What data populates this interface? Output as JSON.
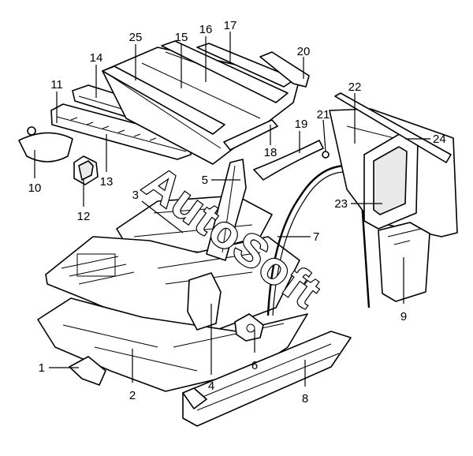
{
  "watermark": "AutoSoft",
  "callouts": [
    {
      "id": "1",
      "label": "1"
    },
    {
      "id": "2",
      "label": "2"
    },
    {
      "id": "3",
      "label": "3"
    },
    {
      "id": "4",
      "label": "4"
    },
    {
      "id": "5",
      "label": "5"
    },
    {
      "id": "6",
      "label": "6"
    },
    {
      "id": "7",
      "label": "7"
    },
    {
      "id": "8",
      "label": "8"
    },
    {
      "id": "9",
      "label": "9"
    },
    {
      "id": "10",
      "label": "10"
    },
    {
      "id": "11",
      "label": "11"
    },
    {
      "id": "12",
      "label": "12"
    },
    {
      "id": "13",
      "label": "13"
    },
    {
      "id": "14",
      "label": "14"
    },
    {
      "id": "15",
      "label": "15"
    },
    {
      "id": "16",
      "label": "16"
    },
    {
      "id": "17",
      "label": "17"
    },
    {
      "id": "18",
      "label": "18"
    },
    {
      "id": "19",
      "label": "19"
    },
    {
      "id": "20",
      "label": "20"
    },
    {
      "id": "21",
      "label": "21"
    },
    {
      "id": "22",
      "label": "22"
    },
    {
      "id": "23",
      "label": "23"
    },
    {
      "id": "24",
      "label": "24"
    },
    {
      "id": "25",
      "label": "25"
    }
  ]
}
